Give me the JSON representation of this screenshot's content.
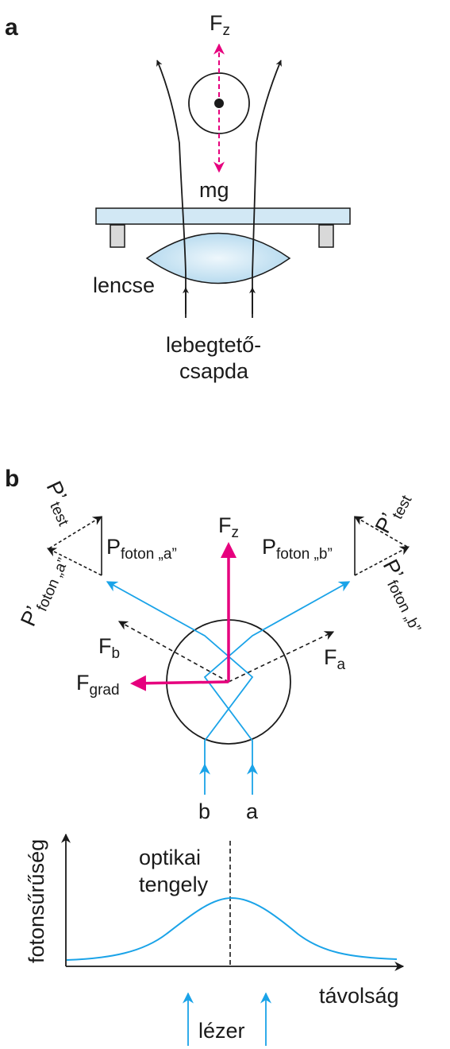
{
  "panel_a": {
    "letter": "a",
    "force_up": {
      "main": "F",
      "sub": "z"
    },
    "weight": "mg",
    "lens": "lencse",
    "trap_line1": "lebegtető-",
    "trap_line2": "csapda"
  },
  "panel_b": {
    "letter": "b",
    "fz": {
      "main": "F",
      "sub": "z"
    },
    "fa": {
      "main": "F",
      "sub": "a"
    },
    "fb": {
      "main": "F",
      "sub": "b"
    },
    "fgrad": {
      "main": "F",
      "sub": "grad"
    },
    "p_test_left": {
      "main": "P’",
      "sub": "test"
    },
    "p_test_right": {
      "main": "P’",
      "sub": "test"
    },
    "p_foton_a": {
      "main": "P",
      "sub": "foton „a”"
    },
    "p_foton_b": {
      "main": "P",
      "sub": "foton „b”"
    },
    "p_prime_foton_a": {
      "main": "P’",
      "sub": "foton „a”"
    },
    "p_prime_foton_b": {
      "main": "P’",
      "sub": "foton „b”"
    },
    "ray_b": "b",
    "ray_a": "a"
  },
  "graph": {
    "ylabel": "fotonsűrűség",
    "xlabel": "távolság",
    "axis_line1": "optikai",
    "axis_line2": "tengely",
    "laser": "lézer"
  },
  "colors": {
    "magenta": "#e6007e",
    "cyan": "#1aa3e8",
    "ink": "#1a1a1a",
    "glass": "#c9e3f2"
  }
}
